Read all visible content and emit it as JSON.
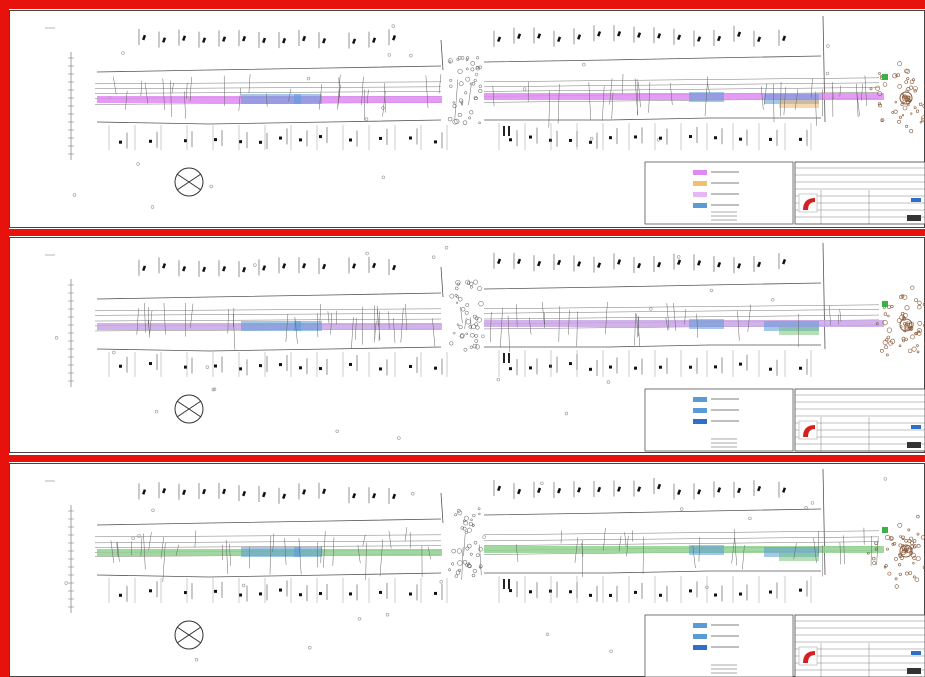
{
  "frame": {
    "border_color": "#e8120c"
  },
  "sheets": [
    {
      "id": "sheet-1",
      "main_line_color": "#df8af2",
      "highlight_colors": [
        "#5b9bd5",
        "#f0b060",
        "#6fbf6f"
      ],
      "legend_swatches": [
        "#df8af2",
        "#f0c070",
        "#e9b6f5",
        "#5b9bd5"
      ]
    },
    {
      "id": "sheet-2",
      "main_line_color": "#c9a5e8",
      "highlight_colors": [
        "#5b9bd5",
        "#6fbf6f"
      ],
      "legend_swatches": [
        "#5b9bd5",
        "#5b9bd5",
        "#2f6fc8"
      ]
    },
    {
      "id": "sheet-3",
      "main_line_color": "#8fd18f",
      "highlight_colors": [
        "#5b9bd5",
        "#6fbf6f"
      ],
      "legend_swatches": [
        "#5b9bd5",
        "#5b9bd5",
        "#2f6fc8"
      ]
    }
  ],
  "icons": {
    "north_arrow": "north-arrow-icon",
    "company_logo": "company-logo-icon"
  },
  "colors": {
    "linework": "#555555",
    "background": "#ffffff",
    "logo_red": "#d42020"
  }
}
